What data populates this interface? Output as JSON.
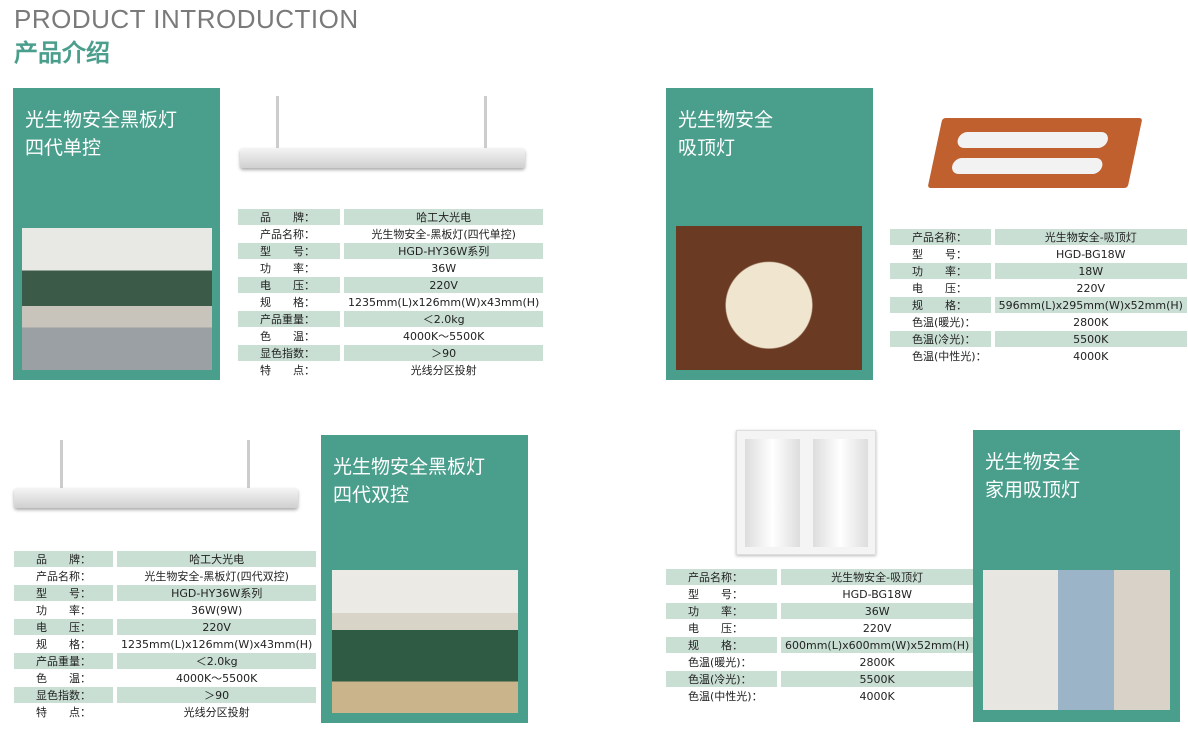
{
  "header": {
    "title_en": "PRODUCT INTRODUCTION",
    "title_cn": "产品介绍"
  },
  "products": [
    {
      "name_line1": "光生物安全黑板灯",
      "name_line2": "四代单控",
      "specs": [
        [
          "品　　牌：",
          "哈工大光电"
        ],
        [
          "产品名称：",
          "光生物安全-黑板灯(四代单控)"
        ],
        [
          "型　　号：",
          "HGD-HY36W系列"
        ],
        [
          "功　　率：",
          "36W"
        ],
        [
          "电　　压：",
          "220V"
        ],
        [
          "规　　格：",
          "1235mm(L)x126mm(W)x43mm(H)"
        ],
        [
          "产品重量：",
          "＜2.0kg"
        ],
        [
          "色　　温：",
          "4000K～5500K"
        ],
        [
          "显色指数：",
          "＞90"
        ],
        [
          "特　　点：",
          "光线分区投射"
        ]
      ]
    },
    {
      "name_line1": "光生物安全",
      "name_line2": "吸顶灯",
      "specs": [
        [
          "产品名称：",
          "光生物安全-吸顶灯"
        ],
        [
          "型　　号：",
          "HGD-BG18W"
        ],
        [
          "功　　率：",
          "18W"
        ],
        [
          "电　　压：",
          "220V"
        ],
        [
          "规　　格：",
          "596mm(L)x295mm(W)x52mm(H)"
        ],
        [
          "色温(暖光)：",
          "2800K"
        ],
        [
          "色温(冷光)：",
          "5500K"
        ],
        [
          "色温(中性光)：",
          "4000K"
        ]
      ]
    },
    {
      "name_line1": "光生物安全黑板灯",
      "name_line2": "四代双控",
      "specs": [
        [
          "品　　牌：",
          "哈工大光电"
        ],
        [
          "产品名称：",
          "光生物安全-黑板灯(四代双控)"
        ],
        [
          "型　　号：",
          "HGD-HY36W系列"
        ],
        [
          "功　　率：",
          "36W(9W)"
        ],
        [
          "电　　压：",
          "220V"
        ],
        [
          "规　　格：",
          "1235mm(L)x126mm(W)x43mm(H)"
        ],
        [
          "产品重量：",
          "＜2.0kg"
        ],
        [
          "色　　温：",
          "4000K～5500K"
        ],
        [
          "显色指数：",
          "＞90"
        ],
        [
          "特　　点：",
          "光线分区投射"
        ]
      ]
    },
    {
      "name_line1": "光生物安全",
      "name_line2": "家用吸顶灯",
      "specs": [
        [
          "产品名称：",
          "光生物安全-吸顶灯"
        ],
        [
          "型　　号：",
          "HGD-BG18W"
        ],
        [
          "功　　率：",
          "36W"
        ],
        [
          "电　　压：",
          "220V"
        ],
        [
          "规　　格：",
          "600mm(L)x600mm(W)x52mm(H)"
        ],
        [
          "色温(暖光)：",
          "2800K"
        ],
        [
          "色温(冷光)：",
          "5500K"
        ],
        [
          "色温(中性光)：",
          "4000K"
        ]
      ]
    }
  ],
  "colors": {
    "accent": "#4a9e8c",
    "row": "#c9dfd3"
  }
}
